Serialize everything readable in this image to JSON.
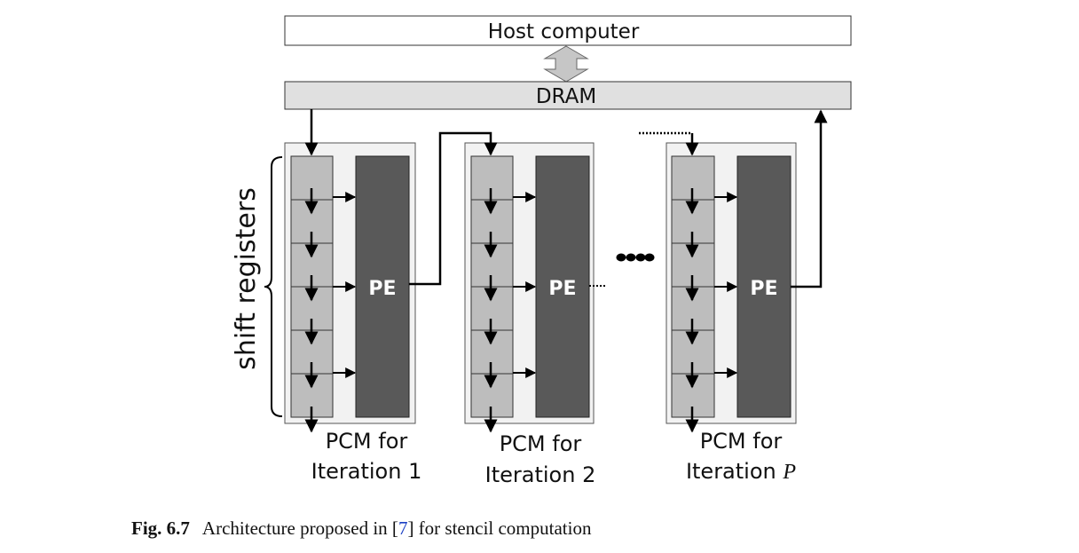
{
  "host_label": "Host computer",
  "dram_label": "DRAM",
  "side_label": "shift registers",
  "pe_label": "PE",
  "pcms": [
    {
      "line1": "PCM for",
      "line2": "Iteration 1",
      "line2_italic": ""
    },
    {
      "line1": "PCM for",
      "line2": "Iteration 2",
      "line2_italic": ""
    },
    {
      "line1": "PCM for",
      "line2": "Iteration ",
      "line2_italic": "P"
    }
  ],
  "caption": {
    "number": "Fig. 6.7",
    "text_before": "Architecture proposed in [",
    "ref": "7",
    "text_after": "] for stencil computation"
  },
  "colors": {
    "panel": "#f2f2f2",
    "register": "#bdbdbd",
    "pe": "#595959",
    "dram": "#e0e0e0",
    "arrow": "#000000"
  }
}
